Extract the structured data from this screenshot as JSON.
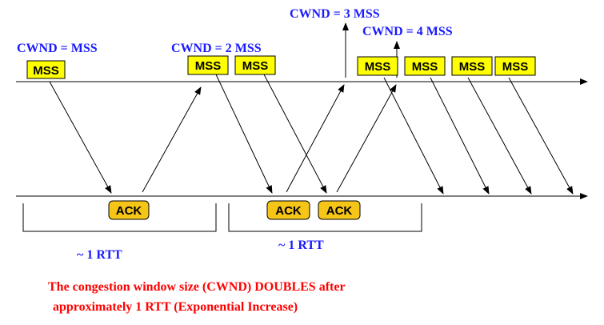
{
  "colors": {
    "label_blue": "#1a1aff",
    "caption_red": "#ff0000",
    "mss_fill": "#ffff00",
    "ack_fill": "#f5c518",
    "line": "#000000"
  },
  "cwnd_labels": {
    "one": "CWND = MSS",
    "two": "CWND = 2 MSS",
    "three": "CWND = 3 MSS",
    "four": "CWND = 4 MSS"
  },
  "segment_label": "MSS",
  "ack_label": "ACK",
  "rtt_labels": [
    "~ 1 RTT",
    "~ 1 RTT"
  ],
  "caption": {
    "line1": "The congestion window size (CWND) DOUBLES after",
    "line2": "approximately 1 RTT (Exponential Increase)"
  }
}
